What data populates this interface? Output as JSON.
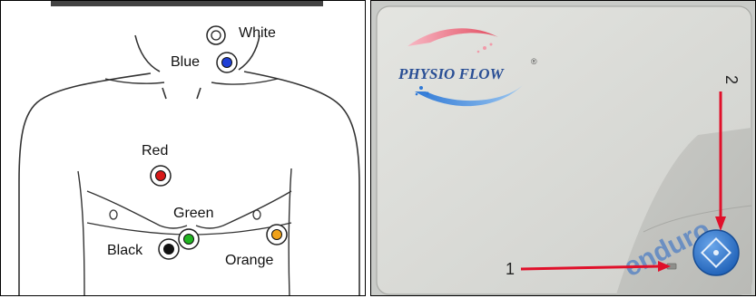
{
  "diagram": {
    "electrodes": [
      {
        "label": "White",
        "color": "#ffffff"
      },
      {
        "label": "Blue",
        "color": "#1f3fd6"
      },
      {
        "label": "Red",
        "color": "#d81818"
      },
      {
        "label": "Green",
        "color": "#21b521"
      },
      {
        "label": "Black",
        "color": "#111111"
      },
      {
        "label": "Orange",
        "color": "#f0a21a"
      }
    ]
  },
  "device": {
    "brand": "PHYSIO FLOW",
    "registered_mark": "®",
    "model_text": "enduro",
    "body_color": "#d9dad6",
    "button_color": "#2f73c8",
    "arrow_color": "#e0102a",
    "callouts": [
      {
        "number": "1",
        "target": "status-light"
      },
      {
        "number": "2",
        "target": "power-button"
      }
    ]
  }
}
